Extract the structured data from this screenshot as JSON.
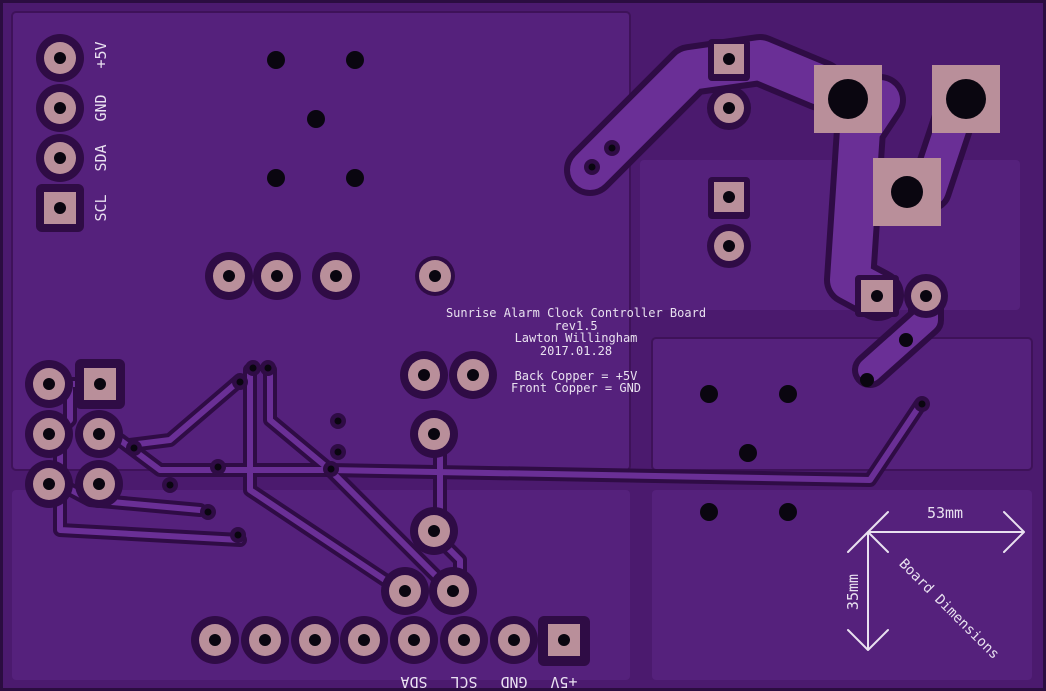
{
  "colors": {
    "substrate": "#4b1a6e",
    "pour": "#5a2683",
    "trace": "#6a2f96",
    "outline": "#2b0d40",
    "pad": "#b98f9a",
    "drill": "#0a0610",
    "silkscreen": "#e9e1f0"
  },
  "board": {
    "title": "Sunrise Alarm Clock Controller Board",
    "revision": "rev1.5",
    "author": "Lawton Willingham",
    "date": "2017.01.28",
    "back_copper_note": "Back Copper = +5V",
    "front_copper_note": "Front Copper = GND"
  },
  "header_left": {
    "pins": [
      "+5V",
      "GND",
      "SDA",
      "SCL"
    ]
  },
  "header_bottom": {
    "pins": [
      "SDA",
      "SCL",
      "GND",
      "+5V"
    ]
  },
  "dimensions": {
    "width": "53mm",
    "height": "35mm",
    "caption": "Board Dimensions"
  }
}
